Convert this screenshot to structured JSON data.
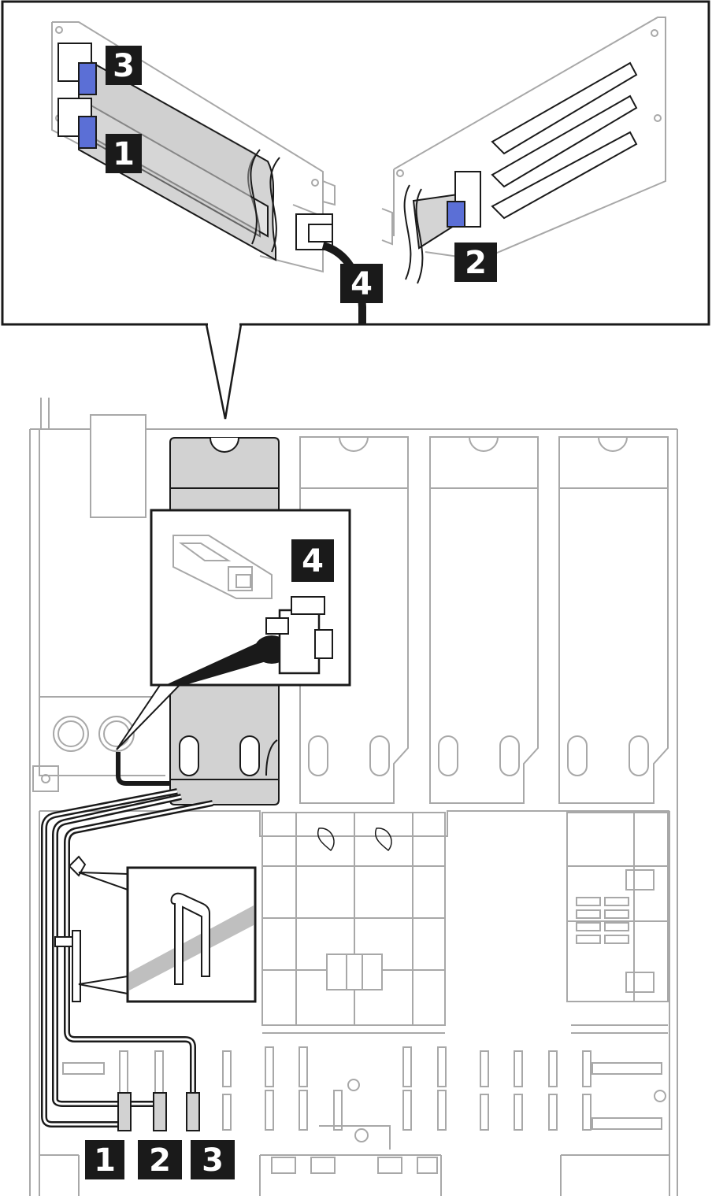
{
  "callouts": {
    "top_riser_left_upper": "3",
    "top_riser_left_lower": "1",
    "top_riser_right": "2",
    "top_power_cable": "4",
    "inset_power": "4",
    "bottom_connector_1": "1",
    "bottom_connector_2": "2",
    "bottom_connector_3": "3"
  },
  "colors": {
    "line": "#a8a8a8",
    "line_dark": "#1a1a1a",
    "cable_gray": "#cfcfcf",
    "latch_blue": "#5b6fd6",
    "callout_bg": "#1a1a1a",
    "callout_text": "#ffffff"
  }
}
